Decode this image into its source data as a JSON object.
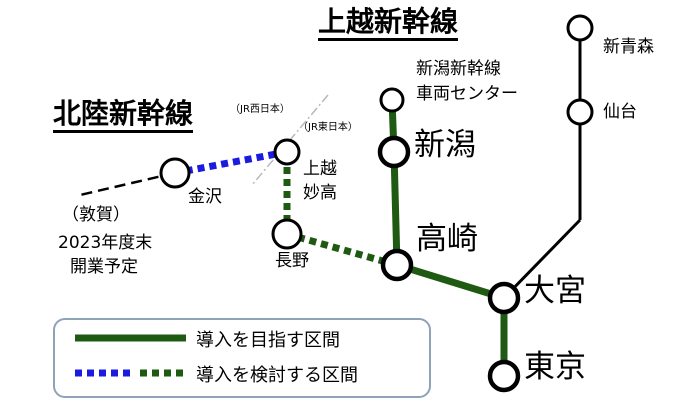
{
  "titles": {
    "joetsu": "上越新幹線",
    "hokuriku": "北陸新幹線"
  },
  "stations": {
    "shin_aomori": "新青森",
    "sendai": "仙台",
    "niigata_depot": [
      "新潟新幹線",
      "車両センター"
    ],
    "niigata": "新潟",
    "takasaki": "高崎",
    "omiya": "大宮",
    "tokyo": "東京",
    "kanazawa": "金沢",
    "joetsu_myoko": [
      "上越",
      "妙高"
    ],
    "nagano": "長野",
    "tsuruga": "（敦賀）"
  },
  "notes": {
    "jr_west": "（JR西日本）",
    "jr_east": "（JR東日本）",
    "tsuruga_opening": [
      "2023年度末",
      "開業予定"
    ]
  },
  "legend": {
    "target_label": "導入を目指す区間",
    "consider_label": "導入を検討する区間"
  },
  "colors": {
    "target_green": "#1e5a12",
    "consider_blue": "#1b1be0",
    "line_black": "#000000",
    "legend_border": "#8ea2b8"
  }
}
